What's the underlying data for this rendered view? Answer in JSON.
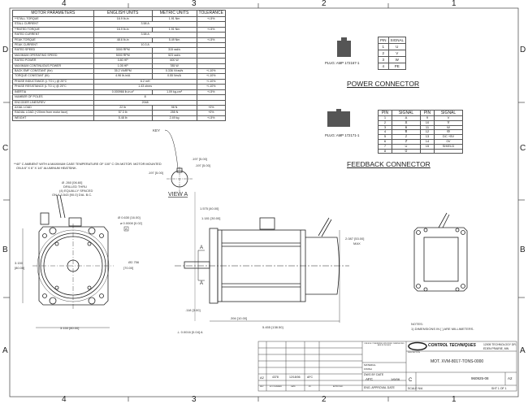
{
  "zones": {
    "cols": [
      "4",
      "3",
      "2",
      "1"
    ],
    "rows": [
      "D",
      "C",
      "B",
      "A"
    ]
  },
  "motor_table": {
    "headers": [
      "MOTOR PARAMETERS",
      "ENGLISH UNITS",
      "METRIC UNITS",
      "TOLERANCE"
    ],
    "rows": [
      [
        "**STALL TORQUE",
        "16.9 lb-in",
        "1.91 Nm",
        "+/-5%"
      ],
      [
        "STALL CURRENT",
        "3.58 A",
        "",
        ""
      ],
      [
        "**RATED TORQUE",
        "16.9 lb-in",
        "1.91 Nm",
        "+/-5%"
      ],
      [
        "RATED CURRENT",
        "3.58 A",
        "",
        ""
      ],
      [
        "PEAK TORQUE",
        "48.6 lb-in",
        "5.49 Nm",
        "+/-5%"
      ],
      [
        "PEAK CURRENT",
        "10.3 A",
        "",
        ""
      ],
      [
        "RATED SPEED",
        "3000 RPM",
        "315 rad/s",
        ""
      ],
      [
        "MAXIMUM OPERATING SPEED",
        "5000 RPM",
        "523 rad/s",
        ""
      ],
      [
        "RATED POWER",
        "0.80 HP",
        "600 W",
        ""
      ],
      [
        "MAXIMUM CONTINUOUS POWER",
        "1.05 HP",
        "785 W",
        ""
      ],
      [
        "BACK EMF CONSTANT (Ke)",
        "35.2 V/kRPM",
        "0.336 V/rad/s",
        "+/-10%"
      ],
      [
        "TORQUE CONSTANT (Kt)",
        "4.96 lb-in/A",
        "0.55 Nm/A",
        "+/-10%"
      ],
      [
        "PHASE INDUCTANCE (L TO L) @ 25°C",
        "6.2 mH",
        "",
        "+/-10%"
      ],
      [
        "PHASE RESISTANCE (L TO L) @ 25°C",
        "1.43 ohms",
        "",
        "+/-10%"
      ],
      [
        "INERTIA",
        "0.000966 lb-in-s²",
        "1.09 kg-cm²",
        "+/-5%"
      ],
      [
        "NUMBER OF POLES",
        "8",
        "",
        ""
      ],
      [
        "ENCODER LINES/REV",
        "2048",
        "",
        ""
      ],
      [
        "AXIAL LOAD",
        "22 lb",
        "98 N",
        "+0%"
      ],
      [
        "RADIAL LOAD (+20mm from motor face)",
        "57.3 lb",
        "255 N",
        "+0%"
      ],
      [
        "WEIGHT",
        "5.48 lb",
        "2.49 kg",
        "+/-5%"
      ]
    ],
    "note1": "**40° C AMBIENT WITH A MAXIMUM CASE TEMPERATURE OF 100° C ON MOTOR.  MOTOR MOUNTED",
    "note2": "ON A 6\" X 6\" X 1/4\" ALUMINUM HEATSINK."
  },
  "power_connector": {
    "title": "POWER CONNECTOR",
    "plug": "PLUG:  AMP 172167-1",
    "headers": [
      "PIN",
      "SIGNAL"
    ],
    "rows": [
      [
        "1",
        "U"
      ],
      [
        "2",
        "V"
      ],
      [
        "3",
        "W"
      ],
      [
        "4",
        "PE"
      ]
    ]
  },
  "feedback_connector": {
    "title": "FEEDBACK CONNECTOR",
    "plug": "PLUG:  AMP 172171-1",
    "headers": [
      "PIN",
      "SIGNAL",
      "PIN",
      "SIGNAL"
    ],
    "rows": [
      [
        "1",
        "A",
        "9",
        "V"
      ],
      [
        "2",
        "A̅",
        "10",
        "V̅"
      ],
      [
        "3",
        "B",
        "11",
        "W"
      ],
      [
        "4",
        "B̅",
        "12",
        "W̅"
      ],
      [
        "5",
        "Z",
        "13",
        "DC +5V"
      ],
      [
        "6",
        "Z̅",
        "14",
        "0V"
      ],
      [
        "7",
        "U",
        "15",
        "SHIELD"
      ],
      [
        "8",
        "U̅",
        "",
        ""
      ]
    ]
  },
  "dimensions": {
    "key": "KEY",
    "k1": ".197 [5.00]",
    "k2": ".197 [5.00]",
    "k3": ".197 [5.00]",
    "view_a": "VIEW A",
    "holes1": "Ø .260 [06.60]",
    "holes2": "DRILLED THRU",
    "holes3": "(4) EQUALLY SPACED",
    "holes4": "ON A 3.543 [90.0] DIA. B.C.",
    "shaft": "Ø 0.630 [16.00]",
    "runout": "⌀ 0.0008 [0.02]",
    "datum": "A",
    "pilot": "Ø2.756",
    "pilot2": "[70.00]",
    "height": "3.150",
    "height2": "[80.00]",
    "width": "3.150 [80.00]",
    "d1575": "1.575 [40.00]",
    "d1181": "1.181 [30.00]",
    "d2087": "2.087 [53.00]",
    "max": "MAX",
    "d118": ".118 [3.00]",
    "d394": ".394 [10.00]",
    "d5455": "5.455 [138.50]",
    "perp": "⊥ 0.0016 [0.04] A",
    "sect": "A"
  },
  "notes": {
    "title": "NOTES:",
    "n1": "1) DIMENSIONS IN [ ] ARE MILLIMETERS."
  },
  "title_block": {
    "rev": "A2",
    "eco": "4378",
    "date": "12/18/06",
    "by": "AFC",
    "rev_h": "REV",
    "eco_h": "ECO NUMBER",
    "date_h": "DATE",
    "by_h": "BY",
    "appr_h": "APPROVED",
    "tol": "UNLESS OTHERWISE SPECIFIED DIMENSIONS ARE IN INCHES",
    "material": "MATERIAL",
    "finish": "FINISH",
    "drawn": "DWG BY   DATE",
    "drawn_by": "AFC",
    "drawn_date": "1/6/06",
    "eng": "ENG. APPROVAL DATE",
    "company": "CONTROL TECHNIQUES",
    "address1": "12005 TECHNOLOGY DR.",
    "address2": "EDEN PRAIRIE, MN",
    "desc_h": "DESCRIPTION",
    "description": "MOT. XVM-8017-TONS-0000",
    "size": "C",
    "dwg": "960925-08",
    "rev2": "A2",
    "scale": "SCALE  N/A",
    "sheet": "SHT 1 OF 1"
  }
}
